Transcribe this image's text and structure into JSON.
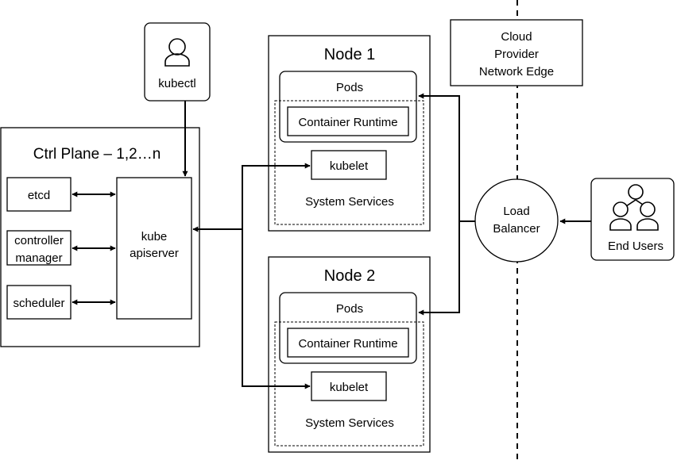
{
  "ctrl_plane": {
    "title": "Ctrl Plane – 1,2…n",
    "etcd": "etcd",
    "controller_manager": [
      "controller",
      "manager"
    ],
    "scheduler": "scheduler",
    "apiserver": [
      "kube",
      "apiserver"
    ]
  },
  "kubectl": {
    "label": "kubectl",
    "icon": "user-icon"
  },
  "nodes": [
    {
      "title": "Node 1",
      "pods": "Pods",
      "runtime": "Container Runtime",
      "kubelet": "kubelet",
      "system_services": "System Services"
    },
    {
      "title": "Node 2",
      "pods": "Pods",
      "runtime": "Container Runtime",
      "kubelet": "kubelet",
      "system_services": "System Services"
    }
  ],
  "cloud_edge": [
    "Cloud",
    "Provider",
    "Network Edge"
  ],
  "load_balancer": [
    "Load",
    "Balancer"
  ],
  "end_users": {
    "label": "End Users",
    "icon": "users-group-icon"
  },
  "colors": {
    "stroke": "#000000",
    "background": "#ffffff"
  }
}
